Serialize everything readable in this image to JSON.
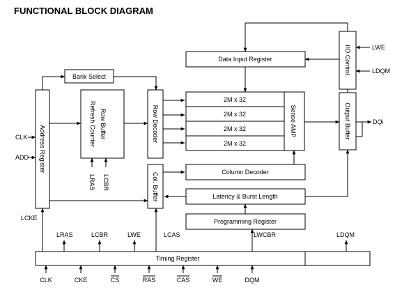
{
  "title": "FUNCTIONAL BLOCK DIAGRAM",
  "blocks": {
    "bank_select": "Bank Select",
    "address_register": "Address Register",
    "row_buffer": "Row Buffer",
    "refresh_counter": "Refresh Counter",
    "row_decoder": "Row Decoder",
    "col_buffer": "Col. Buffer",
    "data_input_register": "Data Input Register",
    "io_control": "I/O Control",
    "output_buffer": "Output Buffer",
    "bank": "2M x 32",
    "sense_amp": "Sense AMP",
    "column_decoder": "Column Decoder",
    "latency_burst": "Latency & Burst Length",
    "programming_register": "Programming Register",
    "timing_register": "Timing Register"
  },
  "signals": {
    "clk": "CLK",
    "add": "ADD",
    "lcke": "LCKE",
    "lras_v": "LRAS",
    "lcbr_v": "LCBR",
    "lwe_in": "LWE",
    "ldqm_in": "LDQM",
    "dqi": "DQi",
    "lras": "LRAS",
    "lcbr": "LCBR",
    "lwe": "LWE",
    "lcas": "LCAS",
    "lwcbr": "LWCBR",
    "ldqm": "LDQM"
  },
  "inputs": {
    "clk": "CLK",
    "cke": "CKE",
    "cs": "CS",
    "ras": "RAS",
    "cas": "CAS",
    "we": "WE",
    "dqm": "DQM"
  }
}
